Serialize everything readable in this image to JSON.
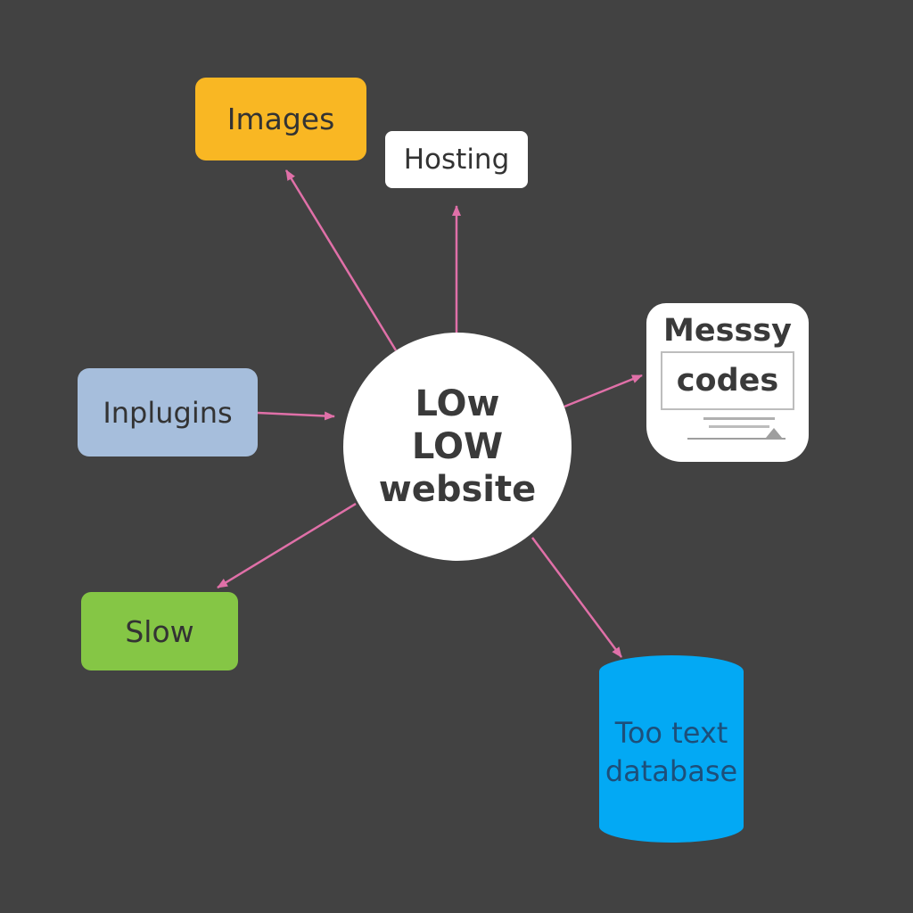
{
  "nodes": {
    "images": {
      "label": "Images"
    },
    "hosting": {
      "label": "Hosting"
    },
    "plugins": {
      "label": "Inplugins"
    },
    "slow": {
      "label": "Slow"
    },
    "center": {
      "line1": "LOw",
      "line2": "LOW",
      "line3": "website"
    },
    "messy": {
      "line1": "Messsy",
      "line2": "codes"
    },
    "database": {
      "line1": "Too text",
      "line2": "database"
    }
  },
  "edges": [
    {
      "from": "center",
      "to": "images"
    },
    {
      "from": "center",
      "to": "hosting"
    },
    {
      "from": "plugins",
      "to": "center"
    },
    {
      "from": "center",
      "to": "messy"
    },
    {
      "from": "center",
      "to": "slow"
    },
    {
      "from": "center",
      "to": "database"
    }
  ],
  "colors": {
    "background": "#424242",
    "images": "#F9B723",
    "hosting": "#FFFFFF",
    "plugins": "#A6BEDC",
    "slow": "#85C645",
    "center": "#FFFFFF",
    "messy": "#FFFFFF",
    "database": "#03A9F4",
    "arrow": "#E070A8"
  }
}
